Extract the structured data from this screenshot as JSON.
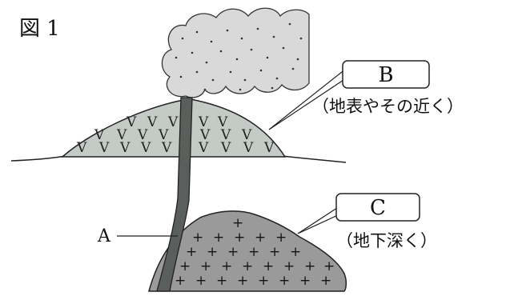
{
  "figure": {
    "title": "図 1",
    "label_a": "A",
    "callout_b": {
      "letter": "B",
      "note": "（地表やその近く）"
    },
    "callout_c": {
      "letter": "C",
      "note": "（地下深く）"
    }
  },
  "marks": {
    "volcanic_rock_symbol": "V",
    "plutonic_rock_symbol": "+"
  },
  "colors": {
    "smoke": "#d9d9d9",
    "volcano": "#c4cbc6",
    "magma_pipe": "#5a5f5c",
    "pluton": "#9a9a9a",
    "outline": "#222222"
  }
}
